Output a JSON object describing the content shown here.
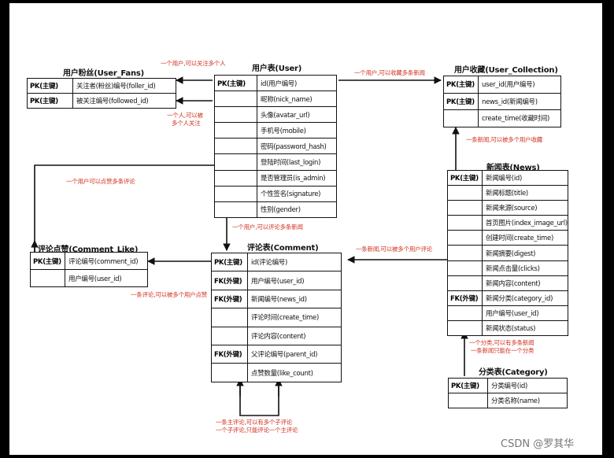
{
  "tables": {
    "user": {
      "title": "用户表(User)",
      "rows": [
        {
          "key": "PK(主键)",
          "field": "id(用户编号)"
        },
        {
          "key": "",
          "field": "昵称(nick_name)"
        },
        {
          "key": "",
          "field": "头像(avatar_url)"
        },
        {
          "key": "",
          "field": "手机号(mobile)"
        },
        {
          "key": "",
          "field": "密码(password_hash)"
        },
        {
          "key": "",
          "field": "登陆时间(last_login)"
        },
        {
          "key": "",
          "field": "是否管理员(is_admin)"
        },
        {
          "key": "",
          "field": "个性签名(signature)"
        },
        {
          "key": "",
          "field": "性别(gender)"
        }
      ]
    },
    "user_fans": {
      "title": "用户粉丝(User_Fans)",
      "rows": [
        {
          "key": "PK(主键)",
          "field": "关注者(粉丝)编号(foller_id)"
        },
        {
          "key": "PK(主键)",
          "field": "被关注编号(followed_id)"
        }
      ]
    },
    "user_collection": {
      "title": "用户收藏(User_Collection)",
      "rows": [
        {
          "key": "PK(主键)",
          "field": "user_id(用户编号)"
        },
        {
          "key": "PK(主键)",
          "field": "news_id(新闻编号)"
        },
        {
          "key": "",
          "field": "create_time(收藏时间)"
        }
      ]
    },
    "news": {
      "title": "新闻表(News)",
      "rows": [
        {
          "key": "PK(主键)",
          "field": "新闻编号(id)"
        },
        {
          "key": "",
          "field": "新闻标题(title)"
        },
        {
          "key": "",
          "field": "新闻来源(source)"
        },
        {
          "key": "",
          "field": "首页图片(index_image_url)"
        },
        {
          "key": "",
          "field": "创建时间(create_time)"
        },
        {
          "key": "",
          "field": "新闻摘要(digest)"
        },
        {
          "key": "",
          "field": "新闻点击量(clicks)"
        },
        {
          "key": "",
          "field": "新闻内容(content)"
        },
        {
          "key": "FK(外键)",
          "field": "新闻分类(category_id)"
        },
        {
          "key": "",
          "field": "用户编号(user_id)"
        },
        {
          "key": "",
          "field": "新闻状态(status)"
        }
      ]
    },
    "comment": {
      "title": "评论表(Comment)",
      "rows": [
        {
          "key": "PK(主键)",
          "field": "id(评论编号)"
        },
        {
          "key": "FK(外键)",
          "field": "用户编号(user_id)"
        },
        {
          "key": "FK(外键)",
          "field": "新闻编号(news_id)"
        },
        {
          "key": "",
          "field": "评论时间(create_time)"
        },
        {
          "key": "",
          "field": "评论内容(content)"
        },
        {
          "key": "FK(外键)",
          "field": "父评论编号(parent_id)"
        },
        {
          "key": "",
          "field": "点赞数量(like_count)"
        }
      ]
    },
    "comment_like": {
      "title": "评论点赞(Comment_Like)",
      "rows": [
        {
          "key": "PK(主键)",
          "field": "评论编号(comment_id)"
        },
        {
          "key": "",
          "field": "用户编号(user_id)"
        }
      ]
    },
    "category": {
      "title": "分类表(Category)",
      "rows": [
        {
          "key": "PK(主键)",
          "field": "分类编号(id)"
        },
        {
          "key": "",
          "field": "分类名称(name)"
        }
      ]
    }
  },
  "notes": {
    "fans_1": "一个用户,可以关注多个人",
    "fans_2a": "一个人,可以被",
    "fans_2b": "多个人关注",
    "collection_user": "一个用户,可以收藏多条新闻",
    "collection_news": "一条新闻,可以被多个用户收藏",
    "like_user": "一个用户可以点赞多条评论",
    "comment_user": "一个用户,可以评论多条新闻",
    "comment_news": "一条新闻,可以被多个用户评论",
    "like_comment": "一条评论,可以被多个用户点赞",
    "category_a": "一个分类,可以有多条新闻",
    "category_b": "一条新闻只能在一个分类",
    "self_a": "一条主评论,可以有多个子评论",
    "self_b": "一个子评论,只能评论一个主评论"
  },
  "watermark": "CSDN @罗其华"
}
